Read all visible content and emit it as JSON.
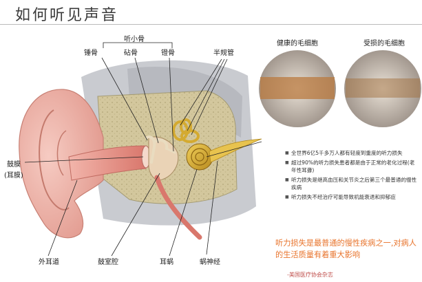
{
  "title": "如何听见声音",
  "labels": {
    "malleus": "锤骨",
    "ossicles": "听小骨",
    "incus": "砧骨",
    "stapes": "镫骨",
    "semicircular": "半规管",
    "healthy_cells": "健康的毛细胞",
    "damaged_cells": "受损的毛细胞",
    "eardrum": "鼓膜",
    "eardrum_alt": "(耳膜)",
    "ear_canal": "外耳道",
    "tympanic_cavity": "鼓室腔",
    "cochlea": "耳蜗",
    "cochlear_nerve": "蜗神经"
  },
  "bullets": [
    "全世界6亿5千多万人都有轻度到重度的听力损失",
    "超过90%的听力损失患者都是由于正常的老化过程(老年性耳聋)",
    "听力损失是继高血压和关节炎之后第三个最普通的慢性疾病",
    "听力损失不经治疗可能导致机能衰退和抑郁症"
  ],
  "highlight": "听力损失是最普通的慢性疾病之一,对病人的生活质量有着重大影响",
  "source": "-美国医疗协会杂志",
  "colors": {
    "accent": "#e8742c",
    "source": "#c0504d",
    "skin": "#ecb0a6",
    "bone": "#cfc49a",
    "cochlea": "#d9b23a"
  }
}
